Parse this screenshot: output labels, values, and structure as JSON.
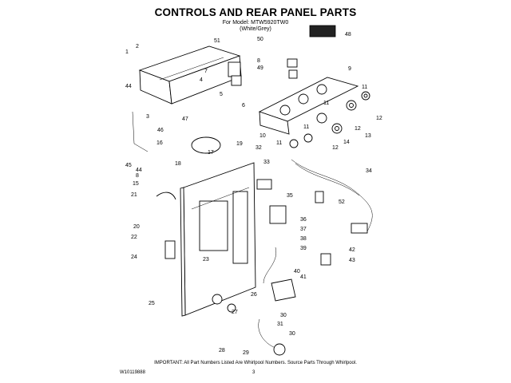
{
  "title": "CONTROLS AND REAR PANEL PARTS",
  "model_line": "For Model: MTW5920TW0",
  "color_line": "(White/Grey)",
  "footer_note": "IMPORTANT: All Part Numbers Listed Are Whirlpool Numbers. Source Parts Through Whirlpool.",
  "doc_code": "W10119888",
  "page_number": "3",
  "callouts": [
    "1",
    "2",
    "3",
    "4",
    "5",
    "6",
    "7",
    "8",
    "8",
    "9",
    "10",
    "11",
    "11",
    "11",
    "11",
    "12",
    "12",
    "12",
    "13",
    "14",
    "15",
    "16",
    "17",
    "18",
    "19",
    "20",
    "21",
    "22",
    "23",
    "24",
    "25",
    "26",
    "27",
    "28",
    "29",
    "30",
    "30",
    "31",
    "32",
    "33",
    "34",
    "35",
    "36",
    "37",
    "38",
    "39",
    "40",
    "41",
    "42",
    "43",
    "44",
    "44",
    "45",
    "46",
    "47",
    "48",
    "49",
    "50",
    "51",
    "52"
  ]
}
